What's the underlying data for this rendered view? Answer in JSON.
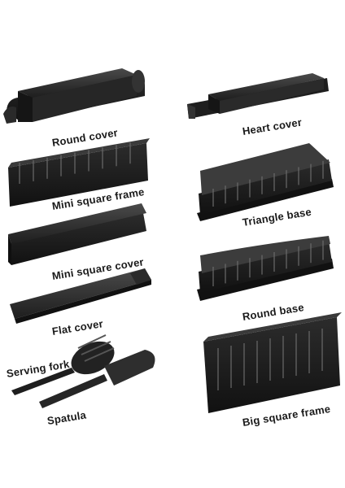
{
  "labels": {
    "round_cover": "Round cover",
    "heart_cover": "Heart cover",
    "mini_square_frame": "Mini square frame",
    "triangle_base": "Triangle base",
    "mini_square_cover": "Mini square cover",
    "round_base": "Round base",
    "flat_cover": "Flat cover",
    "serving_fork": "Serving fork",
    "spatula": "Spatula",
    "big_square_frame": "Big square frame"
  },
  "colors": {
    "part_dark": "#1c1c1c",
    "part_mid": "#2e2e2e",
    "part_light": "#444444",
    "background": "#ffffff"
  }
}
